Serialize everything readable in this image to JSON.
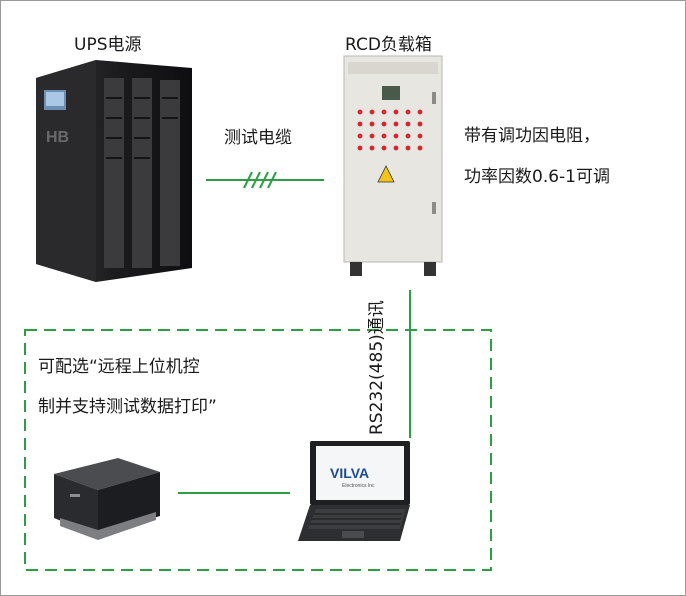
{
  "labels": {
    "ups": "UPS电源",
    "rcd": "RCD负载箱",
    "cable": "测试电缆",
    "feature_line1": "带有调功因电阻，",
    "feature_line2": "功率因数0.6-1可调",
    "option_line1": "可配选“远程上位机控",
    "option_line2": "制并支持测试数据打印”",
    "comm": "RS232(485)通讯"
  },
  "ups_image": {
    "logo_text": "HB"
  },
  "laptop_image": {
    "brand": "VILVA",
    "sub": "Electronics Inc"
  },
  "colors": {
    "wire_green": "#2e9e45",
    "frame_border": "#9a9a9a",
    "rcd_body": "#e8e6e0",
    "indicator_red": "#d4262c"
  }
}
